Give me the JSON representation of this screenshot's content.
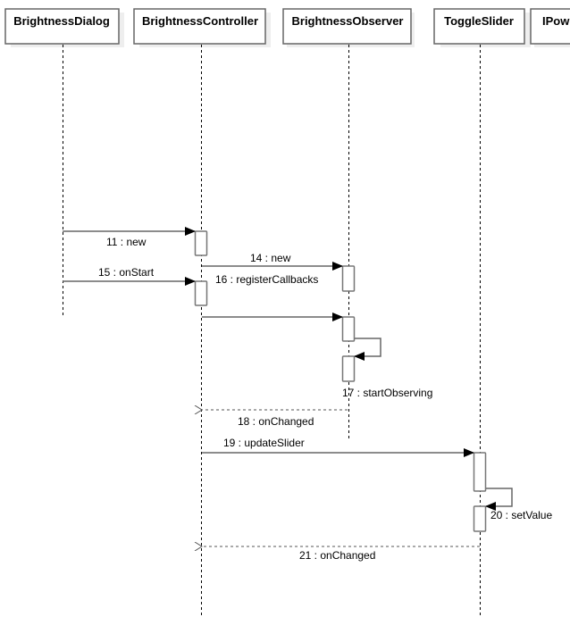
{
  "participants": [
    {
      "name": "BrightnessDialog"
    },
    {
      "name": "BrightnessController"
    },
    {
      "name": "BrightnessObserver"
    },
    {
      "name": "ToggleSlider"
    },
    {
      "name": "IPow"
    }
  ],
  "messages": [
    {
      "label": "11 : new",
      "from": "BrightnessDialog",
      "to": "BrightnessController",
      "kind": "sync"
    },
    {
      "label": "14 : new",
      "from": "BrightnessController",
      "to": "BrightnessObserver",
      "kind": "sync"
    },
    {
      "label": "15 : onStart",
      "from": "BrightnessDialog",
      "to": "BrightnessController",
      "kind": "sync"
    },
    {
      "label": "16 : registerCallbacks",
      "from": "BrightnessController",
      "to": "BrightnessObserver",
      "kind": "sync"
    },
    {
      "label": "17 : startObserving",
      "from": "BrightnessObserver",
      "to": "BrightnessObserver",
      "kind": "self"
    },
    {
      "label": "18 : onChanged",
      "from": "BrightnessObserver",
      "to": "BrightnessController",
      "kind": "return"
    },
    {
      "label": "19 : updateSlider",
      "from": "BrightnessController",
      "to": "ToggleSlider",
      "kind": "sync"
    },
    {
      "label": "20 : setValue",
      "from": "ToggleSlider",
      "to": "ToggleSlider",
      "kind": "self"
    },
    {
      "label": "21 : onChanged",
      "from": "ToggleSlider",
      "to": "BrightnessController",
      "kind": "return"
    }
  ]
}
